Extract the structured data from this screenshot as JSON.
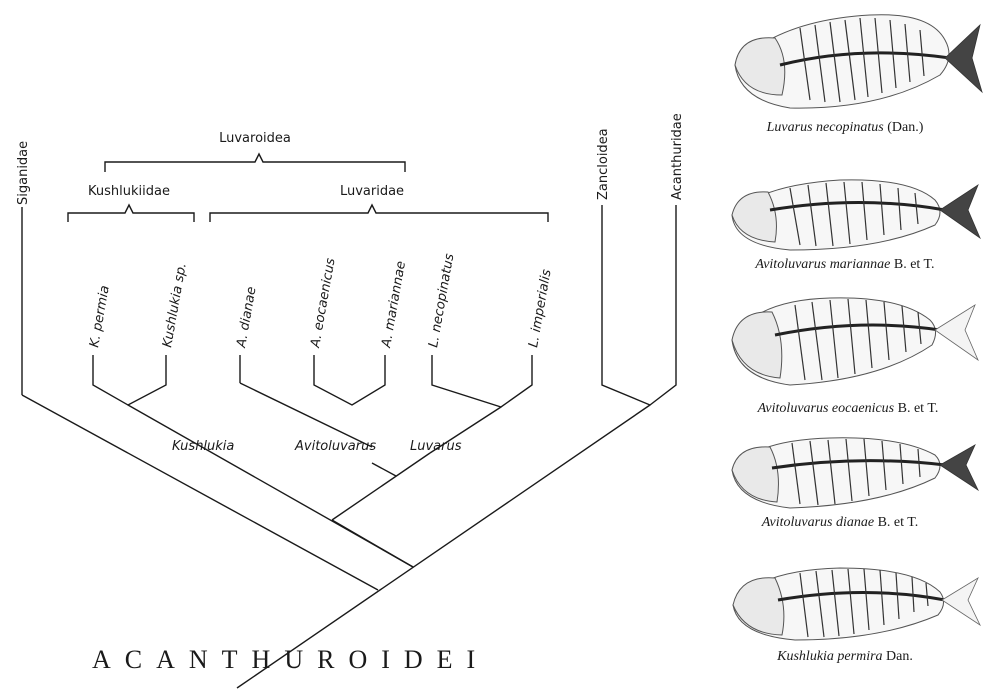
{
  "big_label": "ACANTHUROIDEI",
  "clades": {
    "siganidae": "Siganidae",
    "luvaroidea": "Luvaroidea",
    "kushlukiidae": "Kushlukiidae",
    "luvaridae": "Luvaridae",
    "zancloidea": "Zancloidea",
    "acanthuridae": "Acanthuridae"
  },
  "taxa": [
    "K. permia",
    "Kushlukia sp.",
    "A. dianae",
    "A. eocaenicus",
    "A. mariannae",
    "L. necopinatus",
    "L. imperialis"
  ],
  "genera": {
    "kushlukia": "Kushlukia",
    "avitoluvarus": "Avitoluvarus",
    "luvarus": "Luvarus"
  },
  "figures": [
    {
      "genus": "Luvarus necopinatus",
      "author": "(Dan.)"
    },
    {
      "genus": "Avitoluvarus mariannae",
      "author": "B. et T."
    },
    {
      "genus": "Avitoluvarus eocaenicus",
      "author": "B. et T."
    },
    {
      "genus": "Avitoluvarus dianae",
      "author": "B. et T."
    },
    {
      "genus": "Kushlukia permira",
      "author": "Dan."
    }
  ]
}
